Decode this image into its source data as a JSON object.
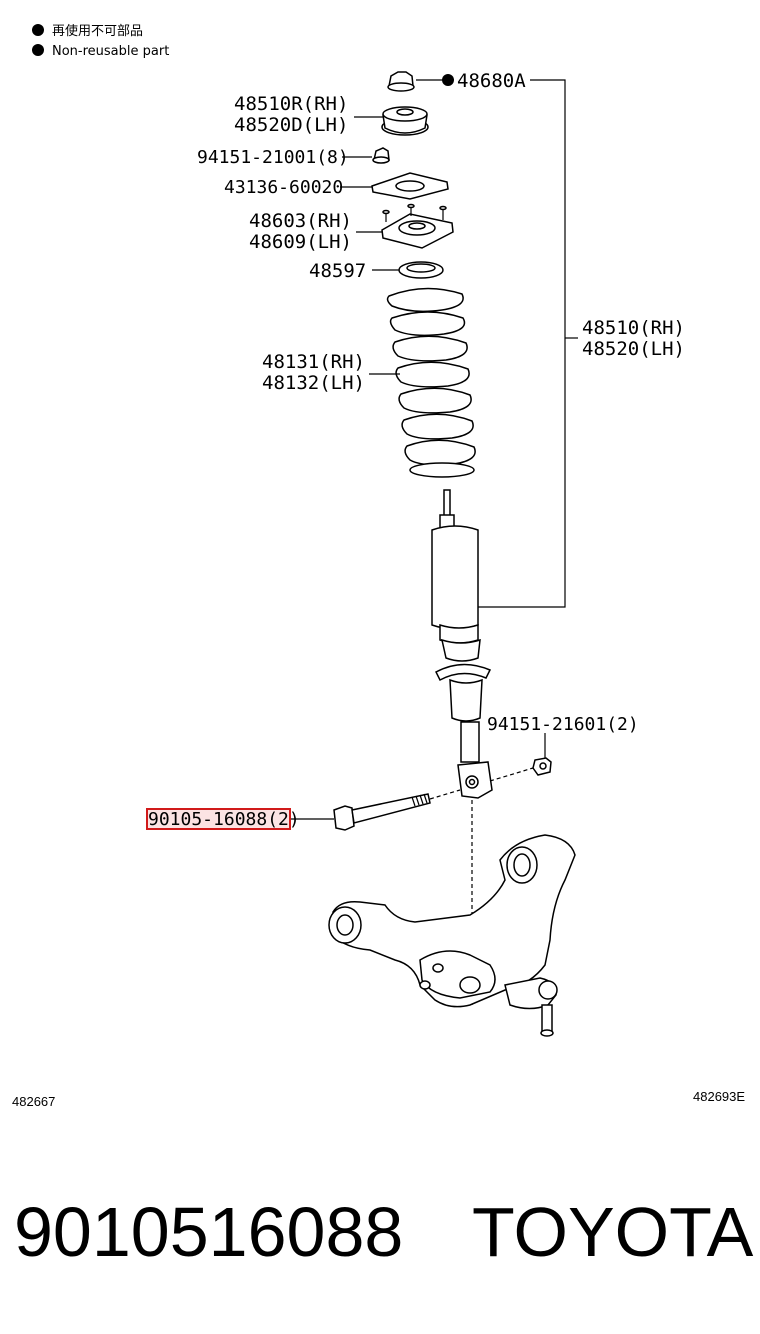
{
  "legend": {
    "line1": "再使用不可部品",
    "line2": "Non-reusable part"
  },
  "labels": {
    "l48680a": "48680A",
    "l48510r": "48510R(RH)",
    "l48520d": "48520D(LH)",
    "l94151_8": "94151-21001(8)",
    "l43136": "43136-60020",
    "l48603": "48603(RH)",
    "l48609": "48609(LH)",
    "l48597": "48597",
    "l48131": "48131(RH)",
    "l48132": "48132(LH)",
    "l48510rh": "48510(RH)",
    "l48520lh": "48520(LH)",
    "l94151_2": "94151-21601(2)",
    "l90105": "90105-16088(2)"
  },
  "codes": {
    "left": "482667",
    "right": "482693E"
  },
  "footer": {
    "part_number": "9010516088",
    "brand": "TOYOTA"
  },
  "colors": {
    "highlight_border": "#d11a1a",
    "highlight_fill": "#fbe3e3"
  }
}
